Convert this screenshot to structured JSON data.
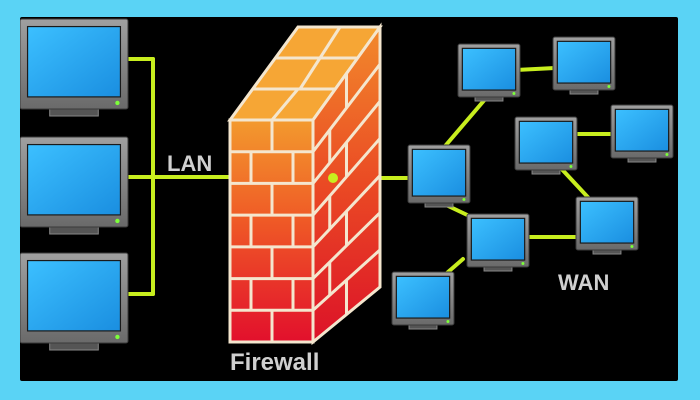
{
  "diagram": {
    "labels": {
      "lan": "LAN",
      "firewall": "Firewall",
      "wan": "WAN"
    },
    "colors": {
      "outer_background": "#5ad3f5",
      "canvas_background": "#000000",
      "connection_line": "#c8ee1e",
      "screen": "#2aa8ee",
      "bezel": "#8a8a8a",
      "brick_top": "#f07a28",
      "brick_bottom": "#e0102a",
      "mortar": "#f4e6ce"
    },
    "nodes": {
      "lan_computers": [
        "lan-computer-1",
        "lan-computer-2",
        "lan-computer-3"
      ],
      "wan_computers": [
        "wan-computer-gateway",
        "wan-computer-top-left",
        "wan-computer-top-right",
        "wan-computer-middle-left",
        "wan-computer-middle-right",
        "wan-computer-center",
        "wan-computer-right",
        "wan-computer-bottom-left"
      ]
    }
  }
}
